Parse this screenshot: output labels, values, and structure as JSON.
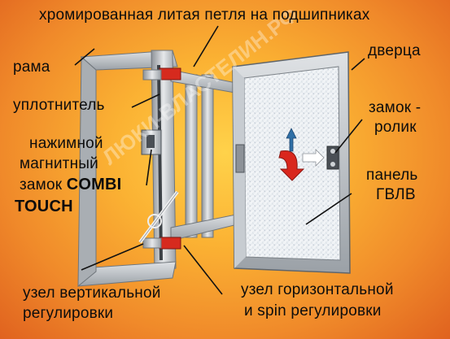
{
  "labels": {
    "hinge": "хромированная литая петля на подшипниках",
    "frame": "рама",
    "door": "дверца",
    "seal": "уплотнитель",
    "roller_lock_1": "замок -",
    "roller_lock_2": "ролик",
    "push_lock_1": "нажимной",
    "push_lock_2": "магнитный",
    "push_lock_3_prefix": "замок ",
    "push_lock_3_brand": "COMBI",
    "push_lock_4_brand": "TOUCH",
    "panel_1": "панель",
    "panel_2": "ГВЛВ",
    "vertical_adj_1": "узел вертикальной",
    "vertical_adj_2": "регулировки",
    "horizontal_adj_1": "узел горизонтальной",
    "horizontal_adj_2": "и spin регулировки"
  },
  "watermark": "ЛЮКИ-ВЛАСТЕЛИН.РФ",
  "colors": {
    "background_center": "#ffd24a",
    "background_edge": "#e0621f",
    "leader_line": "#111111",
    "frame_metal": "#b9bdc2",
    "panel": "#e9eef2",
    "hinge_red": "#d62a1e",
    "arrow_red": "#d9271d",
    "arrow_blue": "#2f6fa6"
  }
}
